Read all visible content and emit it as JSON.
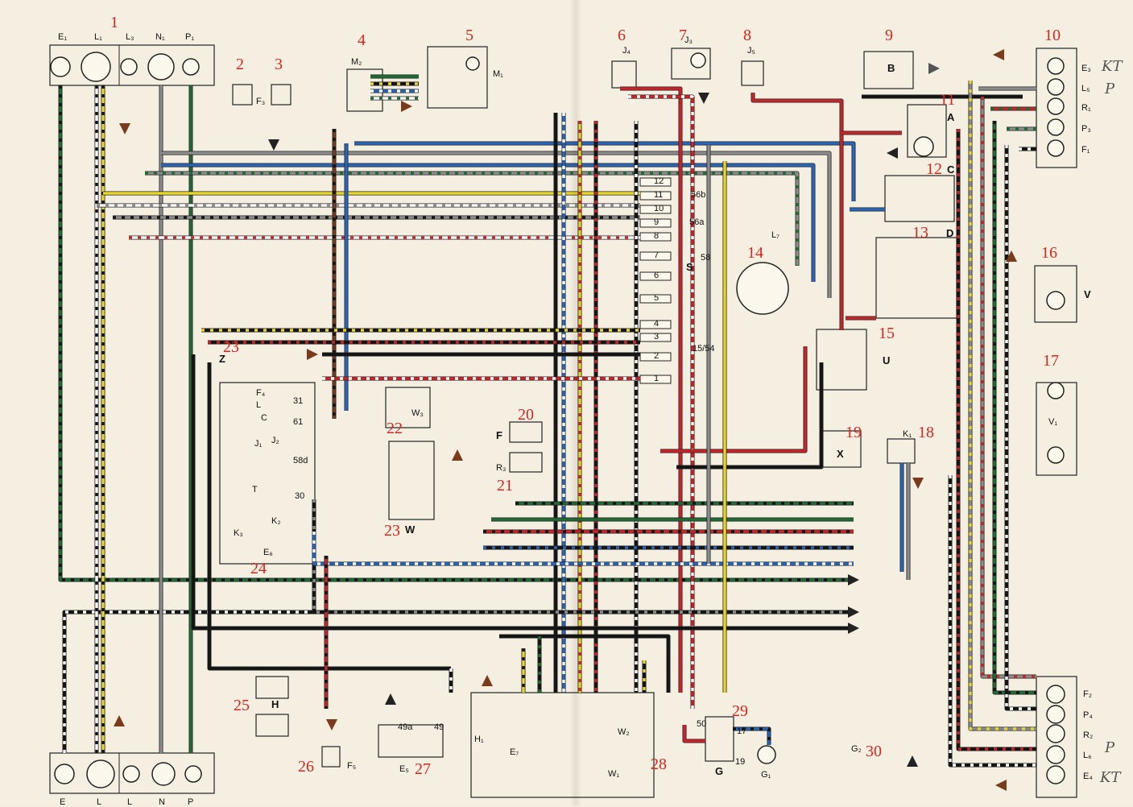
{
  "component_numbers": [
    "1",
    "2",
    "3",
    "4",
    "5",
    "6",
    "7",
    "8",
    "9",
    "10",
    "11",
    "12",
    "13",
    "14",
    "15",
    "16",
    "17",
    "18",
    "19",
    "20",
    "21",
    "22",
    "23",
    "23",
    "24",
    "25",
    "26",
    "27",
    "28",
    "29",
    "30"
  ],
  "labels": {
    "top_left_connector": [
      "E₁",
      "L₁",
      "L₃",
      "N₁",
      "P₁"
    ],
    "bottom_left_connector": [
      "E",
      "L",
      "L",
      "N",
      "P"
    ],
    "right_top_connector": [
      "E₃",
      "L₅",
      "R₁",
      "P₃",
      "F₁"
    ],
    "right_bottom_connector": [
      "F₂",
      "P₄",
      "R₂",
      "L₆",
      "E₄"
    ],
    "F3": "F₃",
    "M2": "M₂",
    "M1": "M₁",
    "J4": "J₄",
    "J3": "J₃",
    "J5": "J₅",
    "B": "B",
    "A": "A",
    "C": "C",
    "D": "D",
    "L7": "L₇",
    "S": "S",
    "U": "U",
    "V": "V",
    "V1": "V₁",
    "K1": "K₁",
    "X": "X",
    "Z": "Z",
    "F": "F",
    "R3": "R₃",
    "W3": "W₃",
    "W": "W",
    "H": "H",
    "F5": "F₅",
    "E5": "E₅",
    "H1": "H₁",
    "E7": "E₇",
    "W1": "W₁",
    "W2": "W₂",
    "G": "G",
    "G1": "G₁",
    "G2": "G₂",
    "cluster": [
      "F₄",
      "L",
      "C",
      "J₁",
      "J₂",
      "T",
      "K₃",
      "K₂",
      "E₆"
    ]
  },
  "handwritten": [
    "KT",
    "P",
    "P",
    "KT"
  ],
  "terminal_numbers": [
    "12",
    "11",
    "10",
    "9",
    "8",
    "7",
    "6",
    "5",
    "4",
    "3",
    "2",
    "1"
  ],
  "terminal_tags": [
    "56b",
    "56a",
    "58",
    "15/54",
    "31",
    "30",
    "61",
    "58d",
    "50",
    "17",
    "19",
    "49a",
    "49"
  ],
  "wire_colors": {
    "black": "#141414",
    "red": "#c8252a",
    "blue": "#2a66b8",
    "green": "#1f6b34",
    "yellow": "#e8d62c",
    "brown": "#7a3a1c",
    "grey": "#8c8c8c",
    "white": "#ffffff"
  }
}
